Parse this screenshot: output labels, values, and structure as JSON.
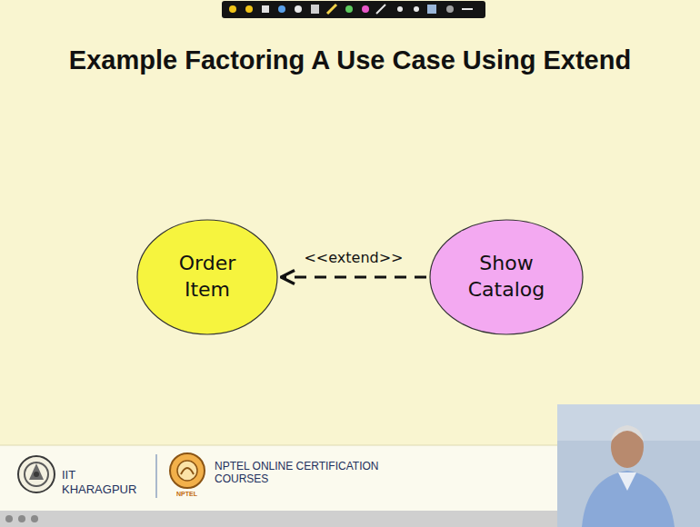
{
  "diagram": {
    "title": "Example Factoring A Use Case Using Extend",
    "nodes": [
      {
        "text": [
          "Order Item"
        ]
      },
      {
        "text": [
          "Show Catalog"
        ]
      }
    ],
    "edges": [
      {
        "from": 1,
        "to": 0,
        "arrow": "to",
        "label": "<<extend>>"
      }
    ],
    "labels": [
      "IIT KHARAGPUR",
      "NPTEL ONLINE CERTIFICATION COURSES",
      "NPTEL"
    ]
  }
}
